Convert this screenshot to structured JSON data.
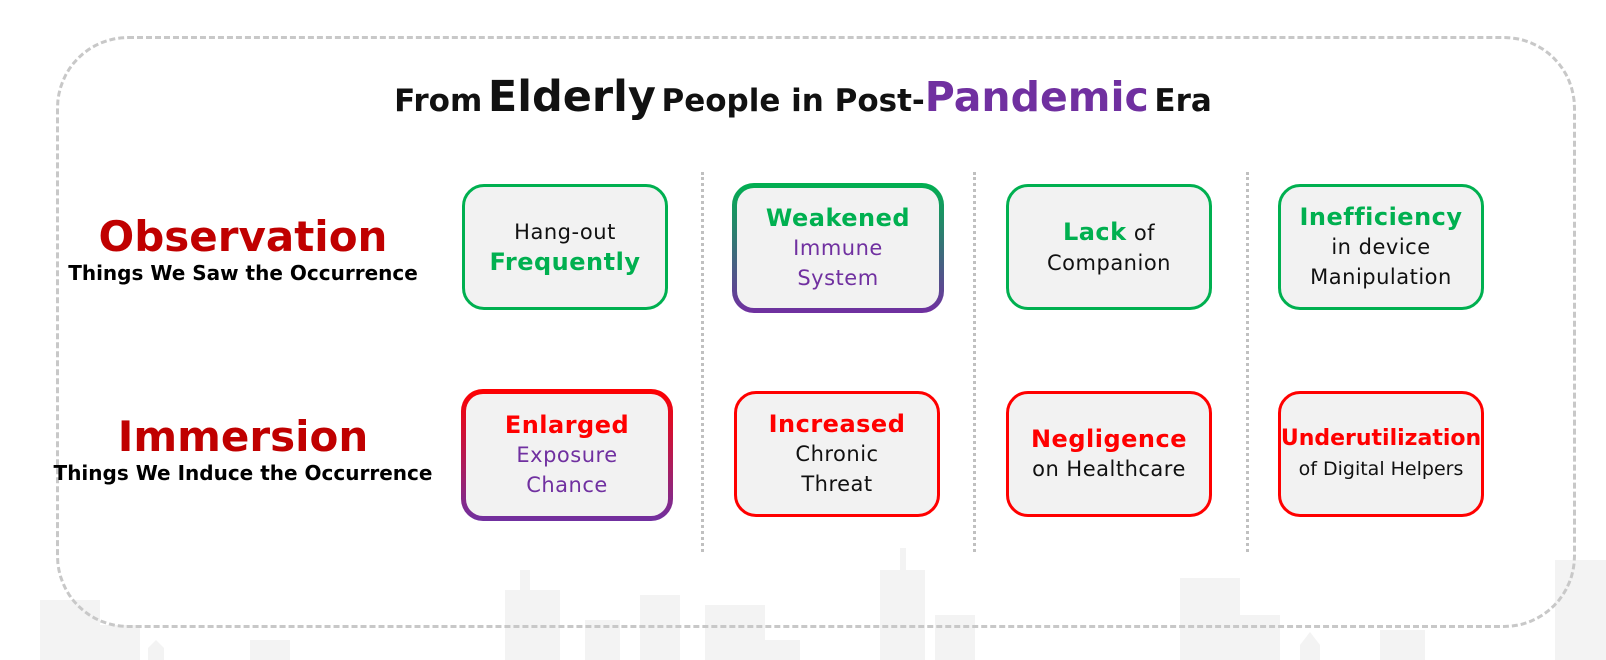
{
  "title": {
    "from": "From",
    "elderly": "Elderly",
    "people_in_post": "People in Post-",
    "pandemic": "Pandemic",
    "era": "Era"
  },
  "rows": {
    "observation": {
      "label": "Observation",
      "subtitle": "Things We Saw the Occurrence"
    },
    "immersion": {
      "label": "Immersion",
      "subtitle": "Things We Induce the Occurrence"
    }
  },
  "observation_cards": [
    {
      "line1": "Hang-out",
      "line2": "Frequently"
    },
    {
      "line1": "Weakened",
      "line2": "Immune",
      "line3": "System"
    },
    {
      "line1a": "Lack",
      "line1b": "of",
      "line2": "Companion"
    },
    {
      "line1": "Inefficiency",
      "line2": "in device",
      "line3": "Manipulation"
    }
  ],
  "immersion_cards": [
    {
      "line1": "Enlarged",
      "line2": "Exposure",
      "line3": "Chance"
    },
    {
      "line1": "Increased",
      "line2": "Chronic",
      "line3": "Threat"
    },
    {
      "line1": "Negligence",
      "line2": "on Healthcare"
    },
    {
      "line1": "Underutilization",
      "line2": "of Digital Helpers"
    }
  ],
  "colors": {
    "green": "#00b050",
    "red": "#ff0000",
    "dark_red": "#c00000",
    "purple": "#7030a0",
    "card_fill": "#f2f2f2",
    "frame": "#c8c8c8"
  }
}
